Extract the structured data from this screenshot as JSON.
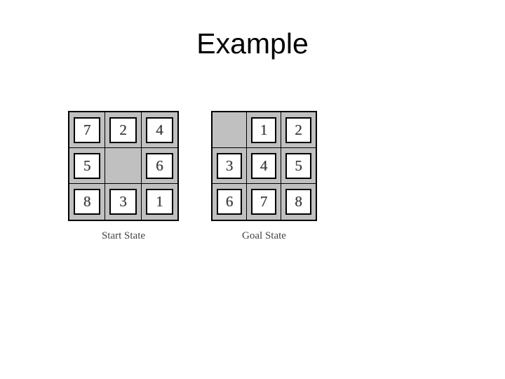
{
  "slide": {
    "title": "Example",
    "background_color": "#ffffff"
  },
  "colors": {
    "tile_fill": "#ffffff",
    "grid_fill": "#c0c0c0",
    "border": "#000000",
    "digit": "#3a3a3a",
    "caption": "#444444"
  },
  "figure": {
    "type": "8-puzzle",
    "puzzles": [
      {
        "id": "start-state",
        "caption": "Start State",
        "rows": [
          [
            "7",
            "2",
            "4"
          ],
          [
            "5",
            "",
            "6"
          ],
          [
            "8",
            "3",
            "1"
          ]
        ],
        "blank_cell": {
          "row": 1,
          "col": 1
        }
      },
      {
        "id": "goal-state",
        "caption": "Goal State",
        "rows": [
          [
            "",
            "1",
            "2"
          ],
          [
            "3",
            "4",
            "5"
          ],
          [
            "6",
            "7",
            "8"
          ]
        ],
        "blank_cell": {
          "row": 0,
          "col": 0
        }
      }
    ]
  }
}
